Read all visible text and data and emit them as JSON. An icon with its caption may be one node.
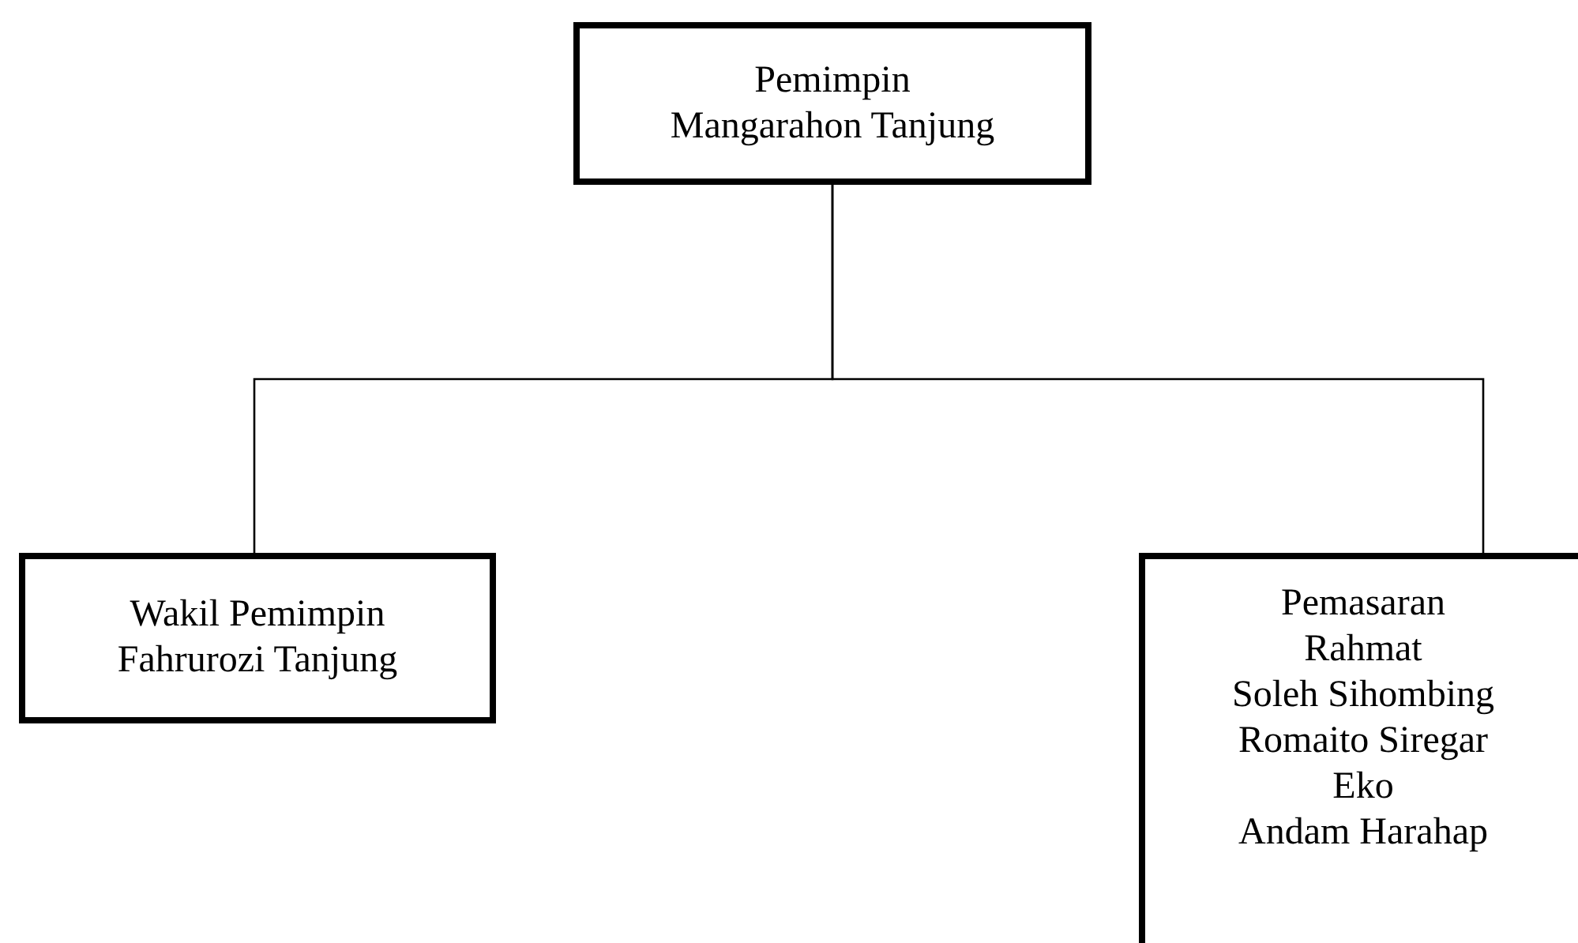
{
  "diagram": {
    "nodes": [
      {
        "text": [
          "Pemimpin",
          "Mangarahon Tanjung"
        ]
      },
      {
        "text": [
          "Wakil Pemimpin",
          "Fahrurozi Tanjung"
        ]
      },
      {
        "text": [
          "Pemasaran",
          "Rahmat",
          "Soleh Sihombing",
          "Romaito Siregar",
          "Eko",
          "Andam Harahap"
        ]
      }
    ],
    "edges": [
      {
        "from": 0,
        "to": 1,
        "arrow": "none"
      },
      {
        "from": 0,
        "to": 2,
        "arrow": "none"
      }
    ]
  }
}
